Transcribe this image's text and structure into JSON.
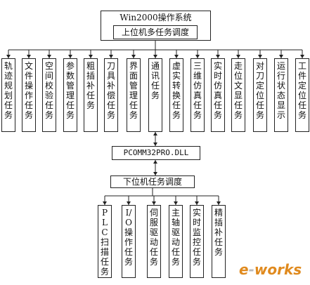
{
  "system": {
    "title": "Win2000操作系统",
    "upper_scheduler": "上位机多任务调度"
  },
  "upper_tasks": [
    {
      "label": "轨迹规划任务"
    },
    {
      "label": "文件操作任务"
    },
    {
      "label": "空间校验任务"
    },
    {
      "label": "参数管理任务"
    },
    {
      "label": "粗插补 任务"
    },
    {
      "label": "刀具补偿任务"
    },
    {
      "label": "界面管理任务"
    },
    {
      "label": "通讯  任务"
    },
    {
      "label": "虚实转换任务"
    },
    {
      "label": "三维仿真任务"
    },
    {
      "label": "实时仿真任务"
    },
    {
      "label": "走位文显任务"
    },
    {
      "label": "对刀定位任务"
    },
    {
      "label": "运行状态显示"
    },
    {
      "label": "工件定位任务"
    }
  ],
  "dll": {
    "label": "PCOMM32PRO.DLL"
  },
  "lower_scheduler": "下位机任务调度",
  "lower_tasks": [
    {
      "label": "PLC扫描 任务"
    },
    {
      "label": "I/O操作 任务"
    },
    {
      "label": "伺服驱动任务"
    },
    {
      "label": "主轴驱动任务"
    },
    {
      "label": "实时监控任务"
    },
    {
      "label": "精插补任务"
    }
  ],
  "watermark": {
    "text": "e-works"
  }
}
